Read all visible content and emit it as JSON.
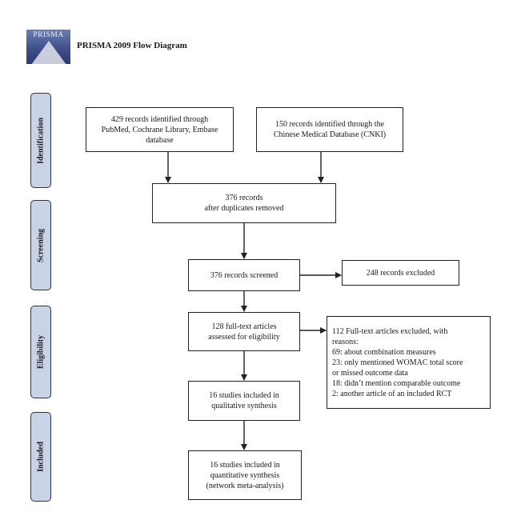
{
  "header": {
    "logo_text": "PRISMA",
    "title": "PRISMA 2009 Flow Diagram"
  },
  "stages": {
    "identification": "Identification",
    "screening": "Screening",
    "eligibility": "Eligibility",
    "included": "Included"
  },
  "boxes": {
    "db_records": [
      "429 records identified through",
      "PubMed, Cochrane Library, Embase",
      "database"
    ],
    "cnki_records": [
      "150 records identified through the",
      "Chinese Medical Database (CNKI)"
    ],
    "after_duplicates": [
      "376 records",
      "after duplicates removed"
    ],
    "screened": [
      "376 records screened"
    ],
    "excluded": [
      "248 records excluded"
    ],
    "fulltext": [
      "128 full-text articles",
      "assessed for eligibility"
    ],
    "fulltext_excluded": [
      "112 Full-text articles excluded, with",
      "reasons:",
      "69: about combination measures",
      "23: only mentioned WOMAC total score",
      "or missed outcome data",
      "18: didn’t mention comparable outcome",
      "2: another article of an included RCT"
    ],
    "qualitative": [
      "16 studies included in",
      "qualitative synthesis"
    ],
    "quantitative": [
      "16 studies included in",
      "quantitative synthesis",
      "(network meta-analysis)"
    ]
  }
}
